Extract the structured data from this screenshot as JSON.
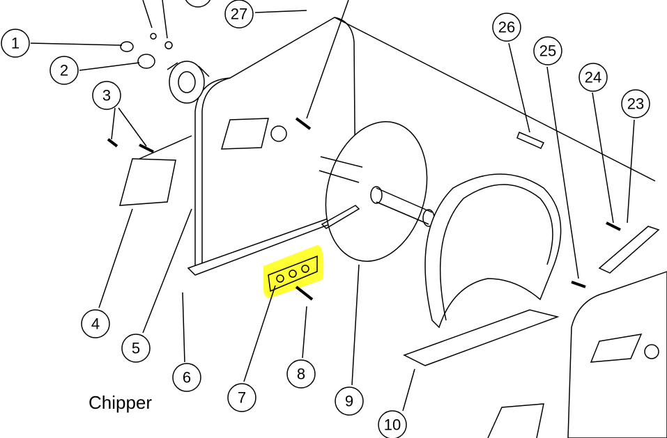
{
  "diagram": {
    "caption": "Chipper",
    "highlight_color": "#ffff33",
    "callouts": [
      "1",
      "2",
      "3",
      "4",
      "5",
      "6",
      "7",
      "8",
      "9",
      "10",
      "23",
      "24",
      "25",
      "26",
      "27"
    ],
    "highlighted_part": "7"
  }
}
